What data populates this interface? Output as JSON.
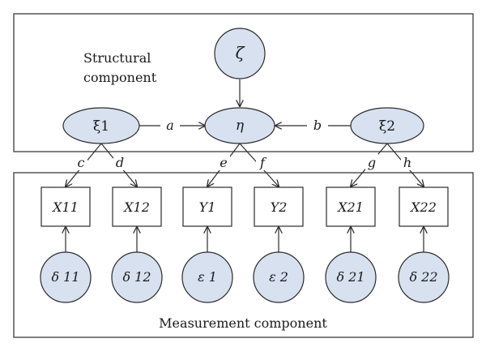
{
  "structural": {
    "label_line1": "Structural",
    "label_line2": "component"
  },
  "measurement": {
    "label": "Measurement component"
  },
  "latent": {
    "zeta": "ζ",
    "eta": "η",
    "xi1": "ξ1",
    "xi2": "ξ2"
  },
  "observed": {
    "x11": "X11",
    "x12": "X12",
    "y1": "Y1",
    "y2": "Y2",
    "x21": "X21",
    "x22": "X22"
  },
  "errors": {
    "d11": "δ 11",
    "d12": "δ 12",
    "e1": "ε 1",
    "e2": "ε 2",
    "d21": "δ 21",
    "d22": "δ 22"
  },
  "paths": {
    "a": "a",
    "b": "b",
    "c": "c",
    "d": "d",
    "e": "e",
    "f": "f",
    "g": "g",
    "h": "h"
  },
  "colors": {
    "node_fill": "#d7e1f0",
    "stroke": "#2b2b2b"
  }
}
